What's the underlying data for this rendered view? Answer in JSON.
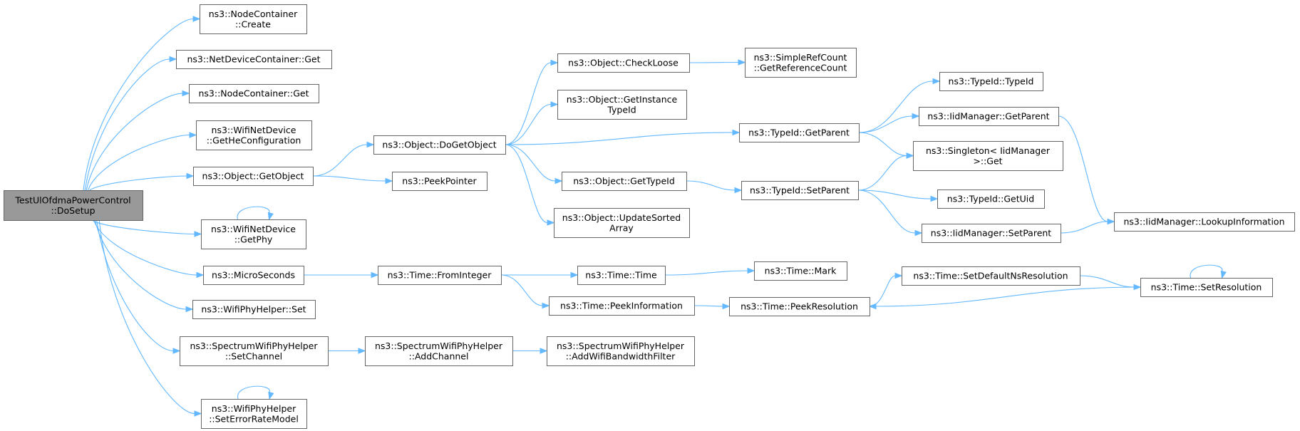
{
  "nodes": [
    {
      "id": "root",
      "lines": [
        "TestUlOfdmaPowerControl",
        "::DoSetup"
      ],
      "root": true
    },
    {
      "id": "nc_create",
      "lines": [
        "ns3::NodeContainer",
        "::Create"
      ]
    },
    {
      "id": "ndc_get",
      "lines": [
        "ns3::NetDeviceContainer::Get"
      ]
    },
    {
      "id": "nc_get",
      "lines": [
        "ns3::NodeContainer::Get"
      ]
    },
    {
      "id": "wnd_hecfg",
      "lines": [
        "ns3::WifiNetDevice",
        "::GetHeConfiguration"
      ]
    },
    {
      "id": "obj_getobject",
      "lines": [
        "ns3::Object::GetObject"
      ]
    },
    {
      "id": "wnd_getphy",
      "lines": [
        "ns3::WifiNetDevice",
        "::GetPhy"
      ]
    },
    {
      "id": "microseconds",
      "lines": [
        "ns3::MicroSeconds"
      ]
    },
    {
      "id": "wph_set",
      "lines": [
        "ns3::WifiPhyHelper::Set"
      ]
    },
    {
      "id": "swph_setchannel",
      "lines": [
        "ns3::SpectrumWifiPhyHelper",
        "::SetChannel"
      ]
    },
    {
      "id": "wph_seterm",
      "lines": [
        "ns3::WifiPhyHelper",
        "::SetErrorRateModel"
      ]
    },
    {
      "id": "obj_dogetobject",
      "lines": [
        "ns3::Object::DoGetObject"
      ]
    },
    {
      "id": "peekpointer",
      "lines": [
        "ns3::PeekPointer"
      ]
    },
    {
      "id": "time_fromint",
      "lines": [
        "ns3::Time::FromInteger"
      ]
    },
    {
      "id": "swph_addchannel",
      "lines": [
        "ns3::SpectrumWifiPhyHelper",
        "::AddChannel"
      ]
    },
    {
      "id": "obj_checkloose",
      "lines": [
        "ns3::Object::CheckLoose"
      ]
    },
    {
      "id": "obj_getinst",
      "lines": [
        "ns3::Object::GetInstance",
        "TypeId"
      ]
    },
    {
      "id": "obj_gettypeid",
      "lines": [
        "ns3::Object::GetTypeId"
      ]
    },
    {
      "id": "obj_updsorted",
      "lines": [
        "ns3::Object::UpdateSorted",
        "Array"
      ]
    },
    {
      "id": "time_time",
      "lines": [
        "ns3::Time::Time"
      ]
    },
    {
      "id": "time_peekinfo",
      "lines": [
        "ns3::Time::PeekInformation"
      ]
    },
    {
      "id": "swph_addbw",
      "lines": [
        "ns3::SpectrumWifiPhyHelper",
        "::AddWifiBandwidthFilter"
      ]
    },
    {
      "id": "src_getref",
      "lines": [
        "ns3::SimpleRefCount",
        "::GetReferenceCount"
      ]
    },
    {
      "id": "tid_getparent",
      "lines": [
        "ns3::TypeId::GetParent"
      ]
    },
    {
      "id": "tid_setparent",
      "lines": [
        "ns3::TypeId::SetParent"
      ]
    },
    {
      "id": "time_mark",
      "lines": [
        "ns3::Time::Mark"
      ]
    },
    {
      "id": "time_peekres",
      "lines": [
        "ns3::Time::PeekResolution"
      ]
    },
    {
      "id": "tid_typeid",
      "lines": [
        "ns3::TypeId::TypeId"
      ]
    },
    {
      "id": "iid_getparent",
      "lines": [
        "ns3::IidManager::GetParent"
      ]
    },
    {
      "id": "singleton_get",
      "lines": [
        "ns3::Singleton< IidManager",
        ">::Get"
      ]
    },
    {
      "id": "tid_getuid",
      "lines": [
        "ns3::TypeId::GetUid"
      ]
    },
    {
      "id": "iid_setparent",
      "lines": [
        "ns3::IidManager::SetParent"
      ]
    },
    {
      "id": "time_setdefres",
      "lines": [
        "ns3::Time::SetDefaultNsResolution"
      ]
    },
    {
      "id": "iid_lookup",
      "lines": [
        "ns3::IidManager::LookupInformation"
      ]
    },
    {
      "id": "time_setres",
      "lines": [
        "ns3::Time::SetResolution"
      ]
    }
  ],
  "edges": [
    [
      "root",
      "nc_create"
    ],
    [
      "root",
      "ndc_get"
    ],
    [
      "root",
      "nc_get"
    ],
    [
      "root",
      "wnd_hecfg"
    ],
    [
      "root",
      "obj_getobject"
    ],
    [
      "root",
      "wnd_getphy"
    ],
    [
      "root",
      "microseconds"
    ],
    [
      "root",
      "wph_set"
    ],
    [
      "root",
      "swph_setchannel"
    ],
    [
      "root",
      "wph_seterm"
    ],
    [
      "obj_getobject",
      "obj_dogetobject"
    ],
    [
      "obj_getobject",
      "peekpointer"
    ],
    [
      "wnd_getphy",
      "wnd_getphy"
    ],
    [
      "wph_seterm",
      "wph_seterm"
    ],
    [
      "microseconds",
      "time_fromint"
    ],
    [
      "swph_setchannel",
      "swph_addchannel"
    ],
    [
      "obj_dogetobject",
      "obj_checkloose"
    ],
    [
      "obj_dogetobject",
      "obj_getinst"
    ],
    [
      "obj_dogetobject",
      "tid_getparent"
    ],
    [
      "obj_dogetobject",
      "obj_gettypeid"
    ],
    [
      "obj_dogetobject",
      "obj_updsorted"
    ],
    [
      "time_fromint",
      "time_time"
    ],
    [
      "time_fromint",
      "time_peekinfo"
    ],
    [
      "swph_addchannel",
      "swph_addbw"
    ],
    [
      "obj_checkloose",
      "src_getref"
    ],
    [
      "obj_gettypeid",
      "tid_setparent"
    ],
    [
      "time_time",
      "time_mark"
    ],
    [
      "time_peekinfo",
      "time_peekres"
    ],
    [
      "tid_getparent",
      "tid_typeid"
    ],
    [
      "tid_getparent",
      "iid_getparent"
    ],
    [
      "tid_getparent",
      "singleton_get"
    ],
    [
      "tid_setparent",
      "singleton_get"
    ],
    [
      "tid_setparent",
      "tid_getuid"
    ],
    [
      "tid_setparent",
      "iid_setparent"
    ],
    [
      "iid_getparent",
      "iid_lookup"
    ],
    [
      "iid_setparent",
      "iid_lookup"
    ],
    [
      "time_peekres",
      "time_setdefres"
    ],
    [
      "time_setdefres",
      "time_setres"
    ],
    [
      "time_setres",
      "time_setres"
    ],
    [
      "time_setres",
      "time_peekres"
    ]
  ]
}
